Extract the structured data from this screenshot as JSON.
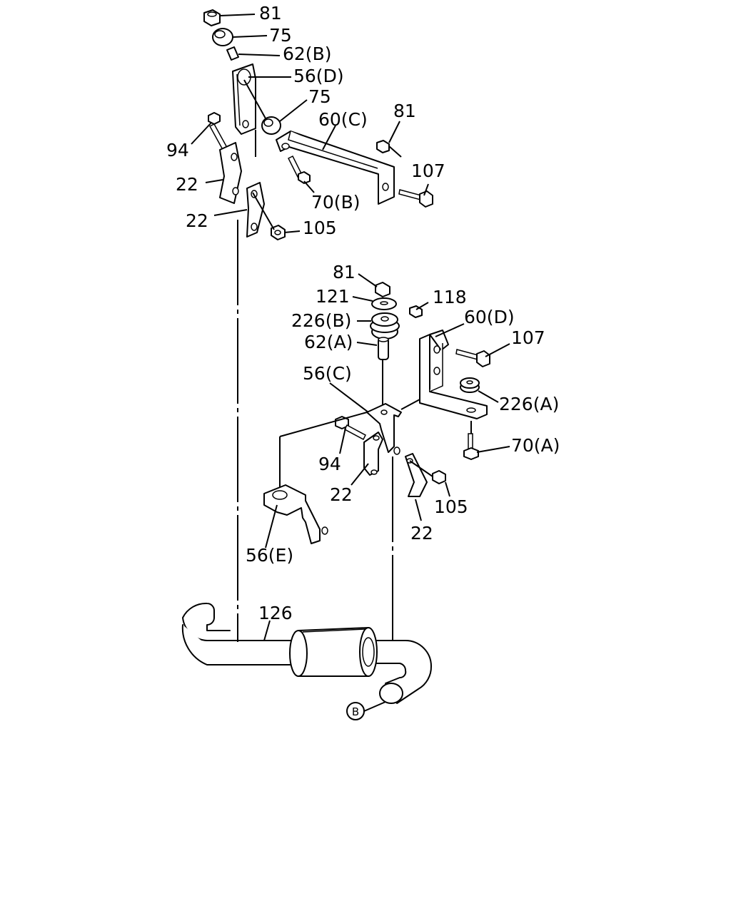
{
  "callouts": {
    "p81_top": "81",
    "p75_top": "75",
    "p62B": "62(B)",
    "p56D": "56(D)",
    "p75_mid": "75",
    "p60C": "60(C)",
    "p81_right": "81",
    "p94_top": "94",
    "p22_top1": "22",
    "p22_top2": "22",
    "p107_top": "107",
    "p70B": "70(B)",
    "p105_top": "105",
    "p81_mid": "81",
    "p121": "121",
    "p226B": "226(B)",
    "p62A": "62(A)",
    "p118": "118",
    "p60D": "60(D)",
    "p107_mid": "107",
    "p56C": "56(C)",
    "p226A": "226(A)",
    "p94_mid": "94",
    "p70A": "70(A)",
    "p22_mid1": "22",
    "p105_mid": "105",
    "p22_mid2": "22",
    "p56E": "56(E)",
    "p126": "126",
    "refB": "B"
  }
}
